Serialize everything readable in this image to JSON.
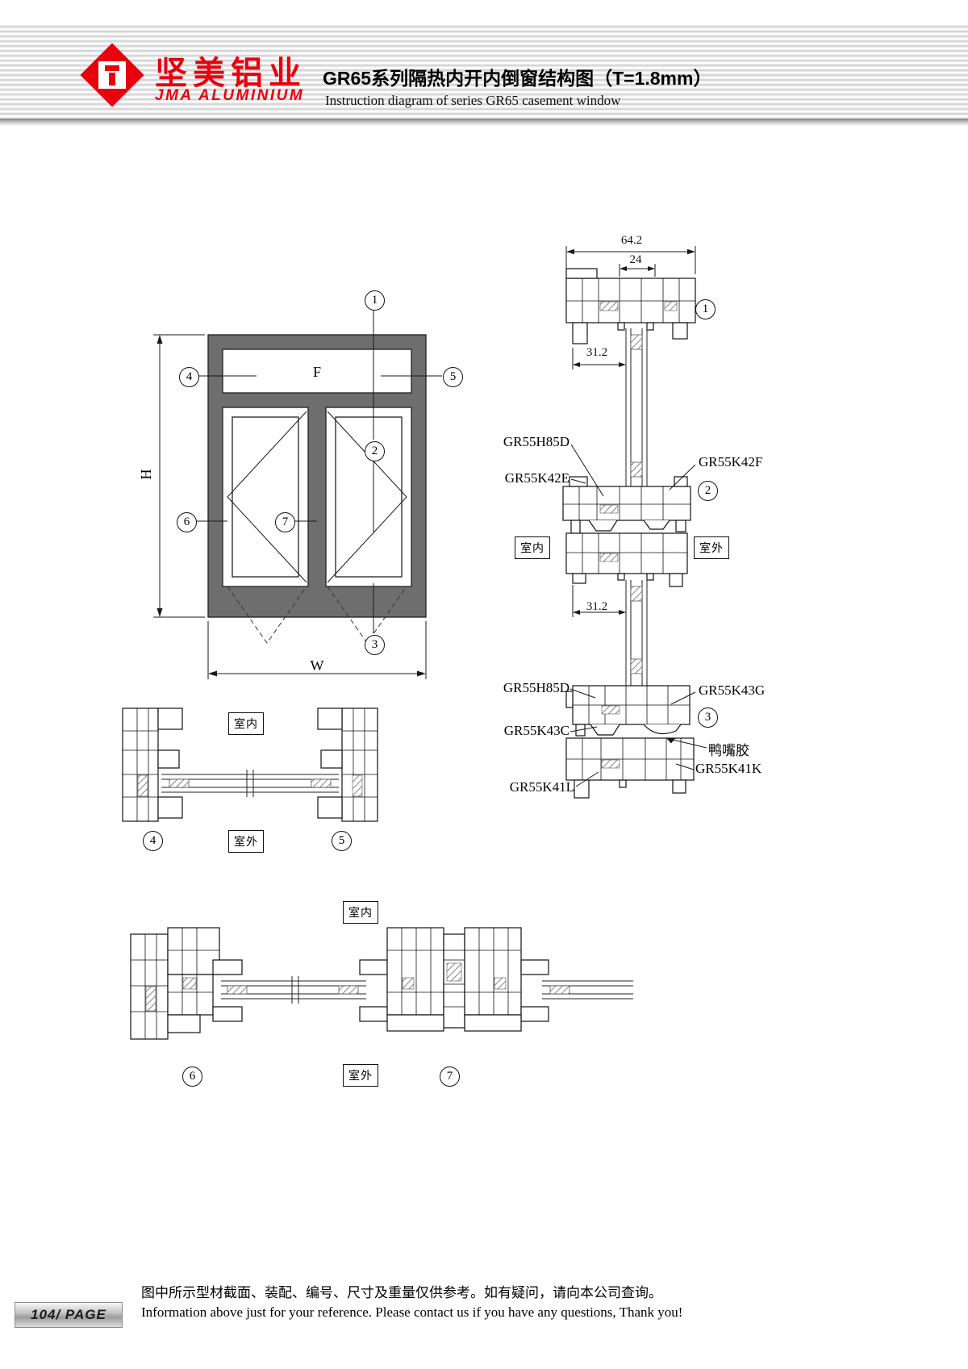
{
  "header": {
    "brand_cn": "坚美铝业",
    "brand_en": "JMA ALUMINIUM",
    "title_cn": "GR65系列隔热内开内倒窗结构图（T=1.8mm）",
    "title_en": "Instruction diagram of series GR65 casement window"
  },
  "colors": {
    "brand_red": "#e8000d",
    "frame_gray": "#6e6e6e"
  },
  "elevation": {
    "fixed_panel": "F",
    "height_dim": "H",
    "width_dim": "W"
  },
  "callouts": {
    "c1": "1",
    "c2": "2",
    "c3": "3",
    "c4": "4",
    "c5": "5",
    "c6": "6",
    "c7": "7"
  },
  "head_section": {
    "dim_overall": "64.2",
    "dim_inner": "24",
    "dim_glazing": "31.2"
  },
  "transom_section": {
    "profile_top": "GR55H85D",
    "profile_bead": "GR55K42E",
    "profile_right": "GR55K42F",
    "indoor": "室内",
    "outdoor": "室外",
    "dim_glazing": "31.2"
  },
  "sill_section": {
    "profile_top": "GR55H85D",
    "profile_mid": "GR55K43C",
    "profile_bottom": "GR55K41L",
    "profile_right_top": "GR55K43G",
    "gasket": "鸭嘴胶",
    "profile_right_bottom": "GR55K41K"
  },
  "jamb_section": {
    "indoor": "室内",
    "outdoor": "室外"
  },
  "mullion_section": {
    "indoor": "室内",
    "outdoor": "室外"
  },
  "footer": {
    "page_label": "104/ PAGE",
    "note_cn": "图中所示型材截面、装配、编号、尺寸及重量仅供参考。如有疑问，请向本公司查询。",
    "note_en": "Information above just for your reference. Please contact us if you have any questions, Thank you!"
  }
}
